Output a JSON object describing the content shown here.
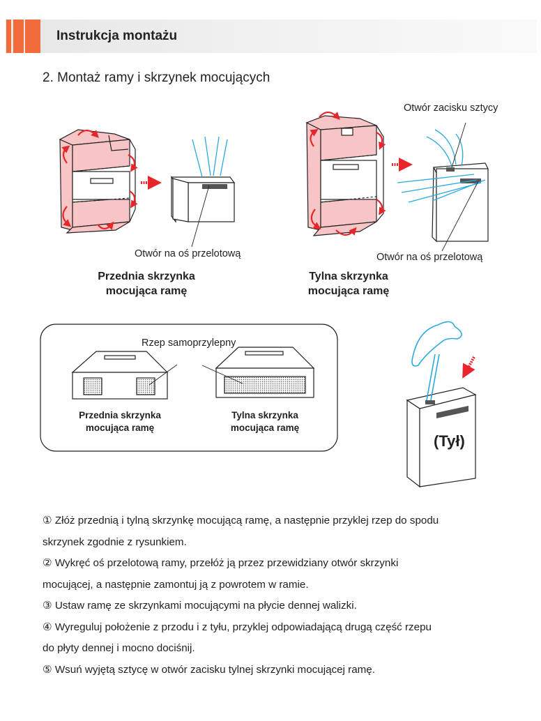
{
  "header": {
    "title": "Instrukcja montażu",
    "accent_color": "#f26b3a"
  },
  "section": {
    "title": "2. Montaż ramy i skrzynek mocujących"
  },
  "figure_top": {
    "label_hole_front": "Otwór na oś przelotową",
    "label_clamp_hole": "Otwór zacisku sztycy",
    "label_hole_rear": "Otwór na oś przelotową",
    "caption_front": [
      "Przednia skrzynka",
      "mocująca ramę"
    ],
    "caption_rear": [
      "Tylna skrzynka",
      "mocująca ramę"
    ]
  },
  "figure_bottom": {
    "label_velcro": "Rzep samoprzylepny",
    "caption_front": [
      "Przednia skrzynka",
      "mocująca ramę"
    ],
    "caption_rear": [
      "Tylna skrzynka",
      "mocująca ramę"
    ],
    "rear_label": "(Tył)"
  },
  "steps": [
    "① Złóż przednią i tylną skrzynkę mocującą ramę, a następnie przyklej rzep do spodu",
    "skrzynek zgodnie z rysunkiem.",
    "② Wykręć oś przelotową ramy, przełóż ją przez przewidziany otwór skrzynki",
    "mocującej, a następnie zamontuj ją z powrotem w ramie.",
    "③ Ustaw ramę ze skrzynkami mocującymi na płycie dennej walizki.",
    "④ Wyreguluj położenie z przodu i z tyłu, przyklej odpowiadającą drugą część rzepu",
    "do płyty dennej i mocno dociśnij.",
    "⑤ Wsuń wyjętą sztycę w otwór zacisku tylnej skrzynki mocującej ramę."
  ],
  "colors": {
    "arrow_red": "#e8252a",
    "pink_fill": "#f7c5c5",
    "blue_line": "#2aa9e0",
    "outline": "#222222"
  }
}
